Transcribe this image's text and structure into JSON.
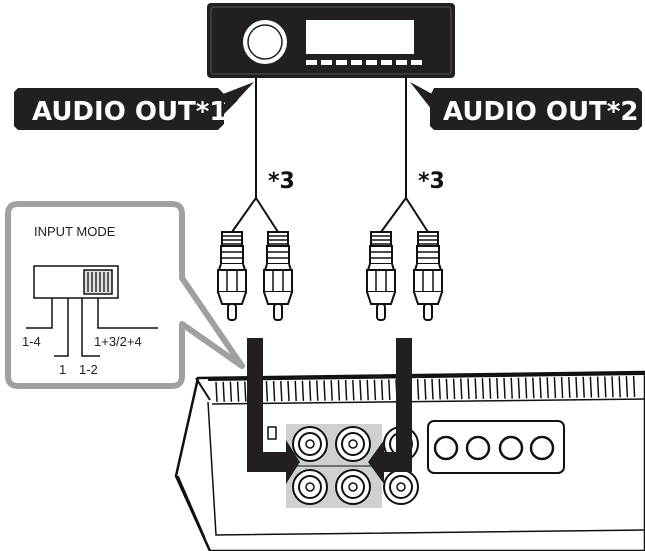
{
  "labels": {
    "audio_out_1": "AUDIO OUT*1",
    "audio_out_2": "AUDIO OUT*2",
    "cable_mark_left": "*3",
    "cable_mark_right": "*3"
  },
  "input_mode": {
    "title": "INPUT MODE",
    "positions": [
      "1-4",
      "1",
      "1-2",
      "1+3/2+4"
    ]
  },
  "colors": {
    "label_bg": "#231f20",
    "line": "#111111",
    "callout_border": "#a0a0a0",
    "amp_shade": "#d0d0d0"
  }
}
